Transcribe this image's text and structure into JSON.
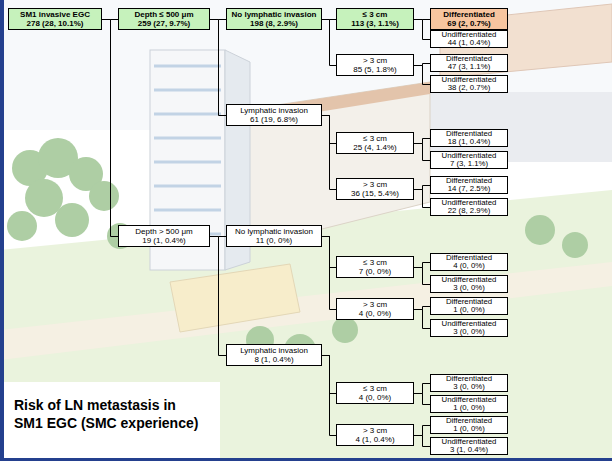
{
  "diagram": {
    "title": "Risk of LN metastasis in SM1 EGC (SMC experience)",
    "nodes": [
      {
        "text": [
          "SM1 invasive EGC",
          "278 (28, 10.1%)"
        ]
      },
      {
        "text": [
          "Depth ≤ 500 μm",
          "259 (27, 9.7%)"
        ]
      },
      {
        "text": [
          "No lymphatic invasion",
          "198 (8, 2.9%)"
        ]
      },
      {
        "text": [
          "≤ 3 cm",
          "113 (3, 1.1%)"
        ]
      },
      {
        "text": [
          "Differentiated",
          "69 (2, 0.7%)"
        ]
      },
      {
        "text": [
          "Undifferentiated",
          "44 (1, 0.4%)"
        ]
      },
      {
        "text": [
          "> 3 cm",
          "85 (5, 1.8%)"
        ]
      },
      {
        "text": [
          "Differentiated",
          "47 (3, 1.1%)"
        ]
      },
      {
        "text": [
          "Undifferentiated",
          "38 (2, 0.7%)"
        ]
      },
      {
        "text": [
          "Lymphatic invasion",
          "61 (19, 6.8%)"
        ]
      },
      {
        "text": [
          "≤ 3 cm",
          "25 (4, 1.4%)"
        ]
      },
      {
        "text": [
          "Differentiated",
          "18 (1, 0.4%)"
        ]
      },
      {
        "text": [
          "Undifferentiated",
          "7 (3, 1.1%)"
        ]
      },
      {
        "text": [
          "> 3 cm",
          "36 (15, 5.4%)"
        ]
      },
      {
        "text": [
          "Differentiated",
          "14 (7, 2.5%)"
        ]
      },
      {
        "text": [
          "Undifferentiated",
          "22 (8, 2.9%)"
        ]
      },
      {
        "text": [
          "Depth > 500 μm",
          "19 (1, 0.4%)"
        ]
      },
      {
        "text": [
          "No lymphatic invasion",
          "11 (0, 0%)"
        ]
      },
      {
        "text": [
          "≤ 3 cm",
          "7 (0, 0%)"
        ]
      },
      {
        "text": [
          "Differentiated",
          "4 (0, 0%)"
        ]
      },
      {
        "text": [
          "Undifferentiated",
          "3 (0, 0%)"
        ]
      },
      {
        "text": [
          "> 3 cm",
          "4 (0, 0%)"
        ]
      },
      {
        "text": [
          "Differentiated",
          "1 (0, 0%)"
        ]
      },
      {
        "text": [
          "Undifferentiated",
          "3 (0, 0%)"
        ]
      },
      {
        "text": [
          "Lymphatic invasion",
          "8 (1, 0.4%)"
        ]
      },
      {
        "text": [
          "≤ 3 cm",
          "4 (0, 0%)"
        ]
      },
      {
        "text": [
          "Differentiated",
          "3 (0, 0%)"
        ]
      },
      {
        "text": [
          "Undifferentiated",
          "1 (0, 0%)"
        ]
      },
      {
        "text": [
          "> 3 cm",
          "4 (1, 0.4%)"
        ]
      },
      {
        "text": [
          "Differentiated",
          "1 (0, 0%)"
        ]
      },
      {
        "text": [
          "Undifferentiated",
          "3 (1, 0.4%)"
        ]
      }
    ],
    "edges": [
      {
        "from": 0,
        "to": 1,
        "arrow": "none"
      },
      {
        "from": 0,
        "to": 16,
        "arrow": "none"
      },
      {
        "from": 1,
        "to": 2,
        "arrow": "none"
      },
      {
        "from": 1,
        "to": 9,
        "arrow": "none"
      },
      {
        "from": 2,
        "to": 3,
        "arrow": "none"
      },
      {
        "from": 2,
        "to": 6,
        "arrow": "none"
      },
      {
        "from": 3,
        "to": 4,
        "arrow": "none"
      },
      {
        "from": 3,
        "to": 5,
        "arrow": "none"
      },
      {
        "from": 6,
        "to": 7,
        "arrow": "none"
      },
      {
        "from": 6,
        "to": 8,
        "arrow": "none"
      },
      {
        "from": 9,
        "to": 10,
        "arrow": "none"
      },
      {
        "from": 9,
        "to": 13,
        "arrow": "none"
      },
      {
        "from": 10,
        "to": 11,
        "arrow": "none"
      },
      {
        "from": 10,
        "to": 12,
        "arrow": "none"
      },
      {
        "from": 13,
        "to": 14,
        "arrow": "none"
      },
      {
        "from": 13,
        "to": 15,
        "arrow": "none"
      },
      {
        "from": 16,
        "to": 17,
        "arrow": "none"
      },
      {
        "from": 16,
        "to": 24,
        "arrow": "none"
      },
      {
        "from": 17,
        "to": 18,
        "arrow": "none"
      },
      {
        "from": 17,
        "to": 21,
        "arrow": "none"
      },
      {
        "from": 18,
        "to": 19,
        "arrow": "none"
      },
      {
        "from": 18,
        "to": 20,
        "arrow": "none"
      },
      {
        "from": 21,
        "to": 22,
        "arrow": "none"
      },
      {
        "from": 21,
        "to": 23,
        "arrow": "none"
      },
      {
        "from": 24,
        "to": 25,
        "arrow": "none"
      },
      {
        "from": 24,
        "to": 28,
        "arrow": "none"
      },
      {
        "from": 25,
        "to": 26,
        "arrow": "none"
      },
      {
        "from": 25,
        "to": 27,
        "arrow": "none"
      },
      {
        "from": 28,
        "to": 29,
        "arrow": "none"
      },
      {
        "from": 28,
        "to": 30,
        "arrow": "none"
      }
    ]
  }
}
